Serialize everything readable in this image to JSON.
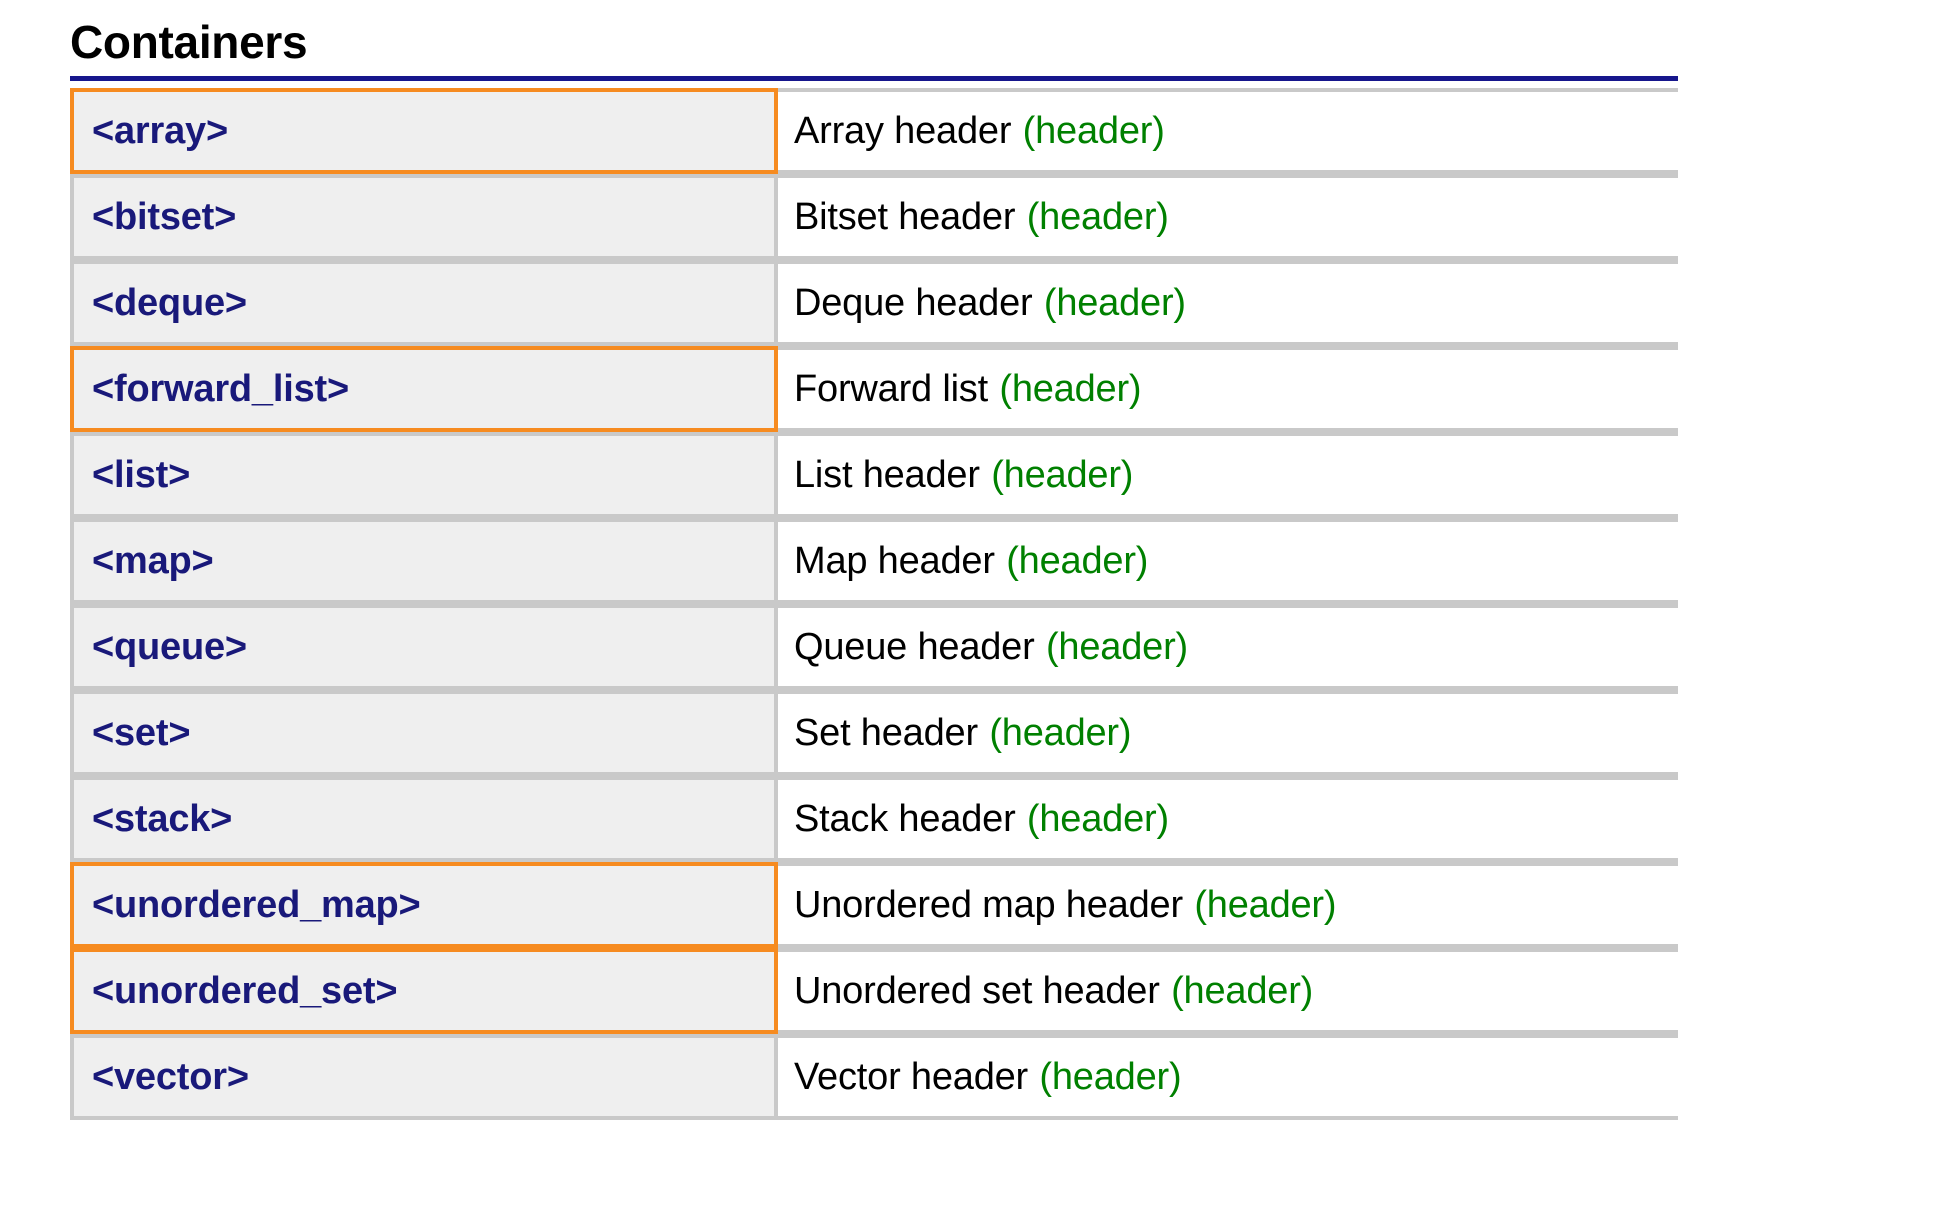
{
  "section": {
    "title": "Containers",
    "rule_color": "#16168c"
  },
  "colors": {
    "link": "#19197a",
    "note": "#008000",
    "highlight_border": "#f68b20",
    "cell_border": "#c9c9c9",
    "cell_background": "#efefef"
  },
  "table": {
    "rows": [
      {
        "header": "<array>",
        "description": "Array header",
        "note": "(header)",
        "highlighted": true
      },
      {
        "header": "<bitset>",
        "description": "Bitset header",
        "note": "(header)",
        "highlighted": false
      },
      {
        "header": "<deque>",
        "description": "Deque header",
        "note": "(header)",
        "highlighted": false
      },
      {
        "header": "<forward_list>",
        "description": "Forward list",
        "note": "(header)",
        "highlighted": true
      },
      {
        "header": "<list>",
        "description": "List header",
        "note": "(header)",
        "highlighted": false
      },
      {
        "header": "<map>",
        "description": "Map header",
        "note": "(header)",
        "highlighted": false
      },
      {
        "header": "<queue>",
        "description": "Queue header",
        "note": "(header)",
        "highlighted": false
      },
      {
        "header": "<set>",
        "description": "Set header",
        "note": "(header)",
        "highlighted": false
      },
      {
        "header": "<stack>",
        "description": "Stack header",
        "note": "(header)",
        "highlighted": false
      },
      {
        "header": "<unordered_map>",
        "description": "Unordered map header",
        "note": "(header)",
        "highlighted": true
      },
      {
        "header": "<unordered_set>",
        "description": "Unordered set header",
        "note": "(header)",
        "highlighted": true
      },
      {
        "header": "<vector>",
        "description": "Vector header",
        "note": "(header)",
        "highlighted": false
      }
    ]
  }
}
